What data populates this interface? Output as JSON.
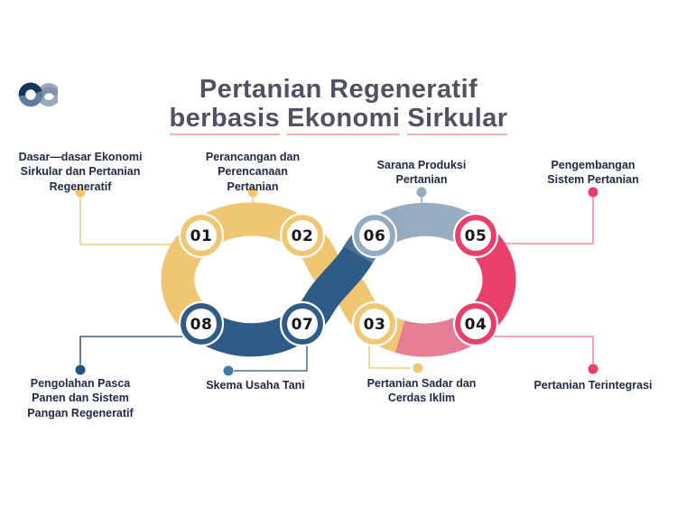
{
  "title": {
    "line1": "Pertanian Regeneratif",
    "line2_words": [
      "berbasis",
      "Ekonomi",
      "Sirkular"
    ],
    "text_color": "#515164",
    "underline_color": "#F3AFAB"
  },
  "colors": {
    "yellow": "#F0C672",
    "dark_blue": "#2E5C86",
    "blue_gray": "#93AABF",
    "bright_pink": "#E6406B",
    "light_pink": "#E57E95",
    "label_text": "#20294A",
    "background": "#FFFFFF"
  },
  "logo": {
    "name": "infinity-loop-logo"
  },
  "nodes": [
    {
      "number": "01",
      "color": "#F0C672"
    },
    {
      "number": "02",
      "color": "#F0C672"
    },
    {
      "number": "03",
      "color": "#F0C672"
    },
    {
      "number": "04",
      "color": "#E6406B"
    },
    {
      "number": "05",
      "color": "#E6406B"
    },
    {
      "number": "06",
      "color": "#93AABF"
    },
    {
      "number": "07",
      "color": "#2E5C86"
    },
    {
      "number": "08",
      "color": "#2E5C86"
    }
  ],
  "labels": [
    {
      "id": "dasar",
      "text": "Dasar—dasar Ekonomi\nSirkular dan Pertanian\nRegeneratif"
    },
    {
      "id": "perancangan",
      "text": "Perancangan dan\nPerencanaan\nPertanian"
    },
    {
      "id": "sarana",
      "text": "Sarana Produksi\nPertanian"
    },
    {
      "id": "pengembangan",
      "text": "Pengembangan\nSistem Pertanian"
    },
    {
      "id": "pengolahan",
      "text": "Pengolahan Pasca\nPanen dan Sistem\nPangan Regeneratif"
    },
    {
      "id": "skema",
      "text": "Skema Usaha Tani"
    },
    {
      "id": "sadar",
      "text": "Pertanian Sadar dan\nCerdas Iklim"
    },
    {
      "id": "terintegrasi",
      "text": "Pertanian Terintegrasi"
    }
  ]
}
